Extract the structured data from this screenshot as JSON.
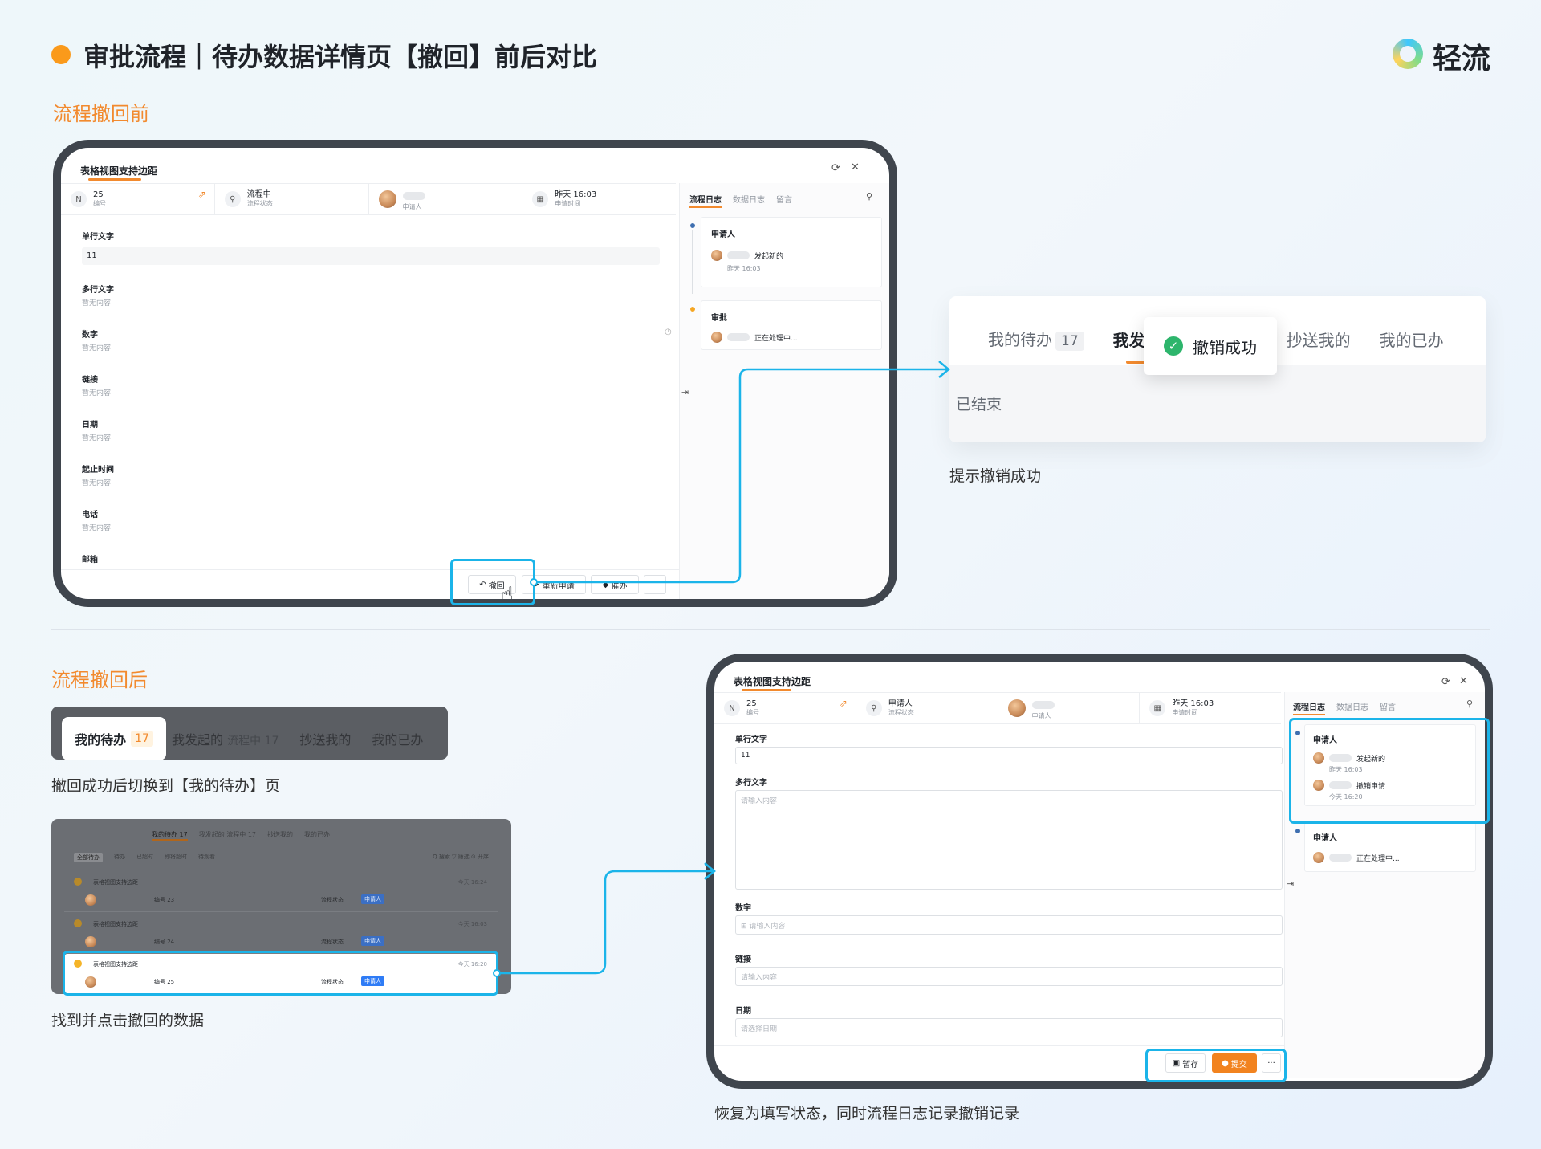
{
  "header": {
    "title": "审批流程｜待办数据详情页【撤回】前后对比",
    "logo_text": "轻流",
    "accent": "#fa9a1b"
  },
  "sections": {
    "before_label": "流程撤回前",
    "after_label": "流程撤回后"
  },
  "before": {
    "window_title": "表格视图支持边距",
    "info": {
      "number_value": "25",
      "number_label": "编号",
      "status_value": "流程中",
      "status_label": "流程状态",
      "applicant_label": "申请人",
      "time_value": "昨天 16:03",
      "time_label": "申请时间"
    },
    "fields": [
      {
        "label": "单行文字",
        "value": "11"
      },
      {
        "label": "多行文字",
        "value": "暂无内容"
      },
      {
        "label": "数字",
        "value": "暂无内容"
      },
      {
        "label": "链接",
        "value": "暂无内容"
      },
      {
        "label": "日期",
        "value": "暂无内容"
      },
      {
        "label": "起止时间",
        "value": "暂无内容"
      },
      {
        "label": "电话",
        "value": "暂无内容"
      },
      {
        "label": "邮箱",
        "value": ""
      }
    ],
    "side_tabs": [
      "流程日志",
      "数据日志",
      "留言"
    ],
    "log": {
      "node1_title": "申请人",
      "node1_action": "发起新的",
      "node1_time": "昨天 16:03",
      "node2_title": "审批",
      "node2_action": "正在处理中..."
    },
    "buttons": {
      "withdraw": "撤回",
      "reapply": "重新申请",
      "urge": "催办"
    }
  },
  "toast_card": {
    "tabs": [
      {
        "label": "我的待办",
        "count": "17"
      },
      {
        "label": "我发起"
      },
      {
        "label": "抄送我的"
      },
      {
        "label": "我的已办"
      }
    ],
    "ended": "已结束",
    "toast": "撤销成功",
    "caption": "提示撤销成功"
  },
  "after_tabs": {
    "active": "我的待办",
    "active_count": "17",
    "started": "我发起的",
    "started_sub": "流程中 17",
    "cc": "抄送我的",
    "done": "我的已办",
    "caption": "撤回成功后切换到【我的待办】页"
  },
  "list_preview": {
    "tabs": [
      "我的待办 17",
      "我发起的 流程中 17",
      "抄送我的",
      "我的已办"
    ],
    "filters": [
      "全部待办",
      "待办",
      "已超时",
      "即将超时",
      "待观看"
    ],
    "tools": "Q 搜索   ▽ 筛选   ⊙ 开序",
    "rows": [
      {
        "title": "表格视图支持边距",
        "number": "编号 23",
        "status": "流程状态",
        "badge": "申请人",
        "time": "今天 16:24"
      },
      {
        "title": "表格视图支持边距",
        "number": "编号 24",
        "status": "流程状态",
        "badge": "申请人",
        "time": "今天 16:03"
      },
      {
        "title": "表格视图支持边距",
        "number": "编号 25",
        "status": "流程状态",
        "badge": "申请人",
        "time": "今天 16:20"
      }
    ],
    "caption": "找到并点击撤回的数据"
  },
  "after": {
    "window_title": "表格视图支持边距",
    "info": {
      "number_value": "25",
      "number_label": "编号",
      "status_value": "申请人",
      "status_label": "流程状态",
      "applicant_label": "申请人",
      "time_value": "昨天 16:03",
      "time_label": "申请时间"
    },
    "fields": {
      "single_label": "单行文字",
      "single_value": "11",
      "multi_label": "多行文字",
      "multi_placeholder": "请输入内容",
      "number_label": "数字",
      "number_placeholder": "请输入内容",
      "link_label": "链接",
      "link_placeholder": "请输入内容",
      "date_label": "日期",
      "date_placeholder": "请选择日期"
    },
    "side_tabs": [
      "流程日志",
      "数据日志",
      "留言"
    ],
    "log": {
      "node1_title": "申请人",
      "line1_action": "发起新的",
      "line1_time": "昨天 16:03",
      "line2_action": "撤销申请",
      "line2_time": "今天 16:20",
      "node2_title": "申请人",
      "node2_action": "正在处理中..."
    },
    "buttons": {
      "save": "暂存",
      "submit": "提交",
      "more": "···"
    },
    "caption": "恢复为填写状态，同时流程日志记录撤销记录"
  },
  "colors": {
    "orange": "#f28a2e",
    "highlight": "#1bb4e9",
    "frame": "#3f454d"
  }
}
